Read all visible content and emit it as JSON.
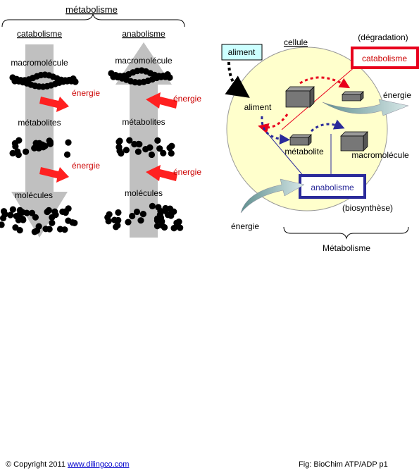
{
  "left": {
    "title": "métabolisme",
    "catabolisme": "catabolisme",
    "anabolisme": "anabolisme",
    "cat_macromolecule": "macromolécule",
    "cat_metabolites": "métabolites",
    "cat_molecules": "molécules",
    "ana_macromolecule": "macromolécule",
    "ana_metabolites": "métabolites",
    "ana_molecules": "molécules",
    "energie_cat_1": "énergie",
    "energie_cat_2": "énergie",
    "energie_ana_1": "énergie",
    "energie_ana_2": "énergie"
  },
  "right": {
    "cellule": "cellule",
    "aliment_box": "aliment",
    "degradation": "(dégradation)",
    "catabolisme_box": "catabolisme",
    "energie_top": "énergie",
    "aliment_inner": "aliment",
    "metabolite": "métabolite",
    "macromolecule": "macromolécule",
    "anabolisme_box": "anabolisme",
    "biosynthese": "(biosynthèse)",
    "energie_bottom": "énergie",
    "metabolisme": "Métabolisme"
  },
  "footer": {
    "copyright_symbol": "©",
    "copyright_text": " Copyright 2011 ",
    "link": "www.dilingco.com",
    "fig": "Fig: BioChim ATP/ADP p1"
  },
  "colors": {
    "energy_red": "#cc0000",
    "arrow_red": "#ff2020",
    "cata_box": "#e8001c",
    "ana_box": "#2a2a9a",
    "cell_fill": "#ffffcc",
    "aliment_fill": "#ccffff",
    "gray_arrow": "#c0c0c0"
  }
}
